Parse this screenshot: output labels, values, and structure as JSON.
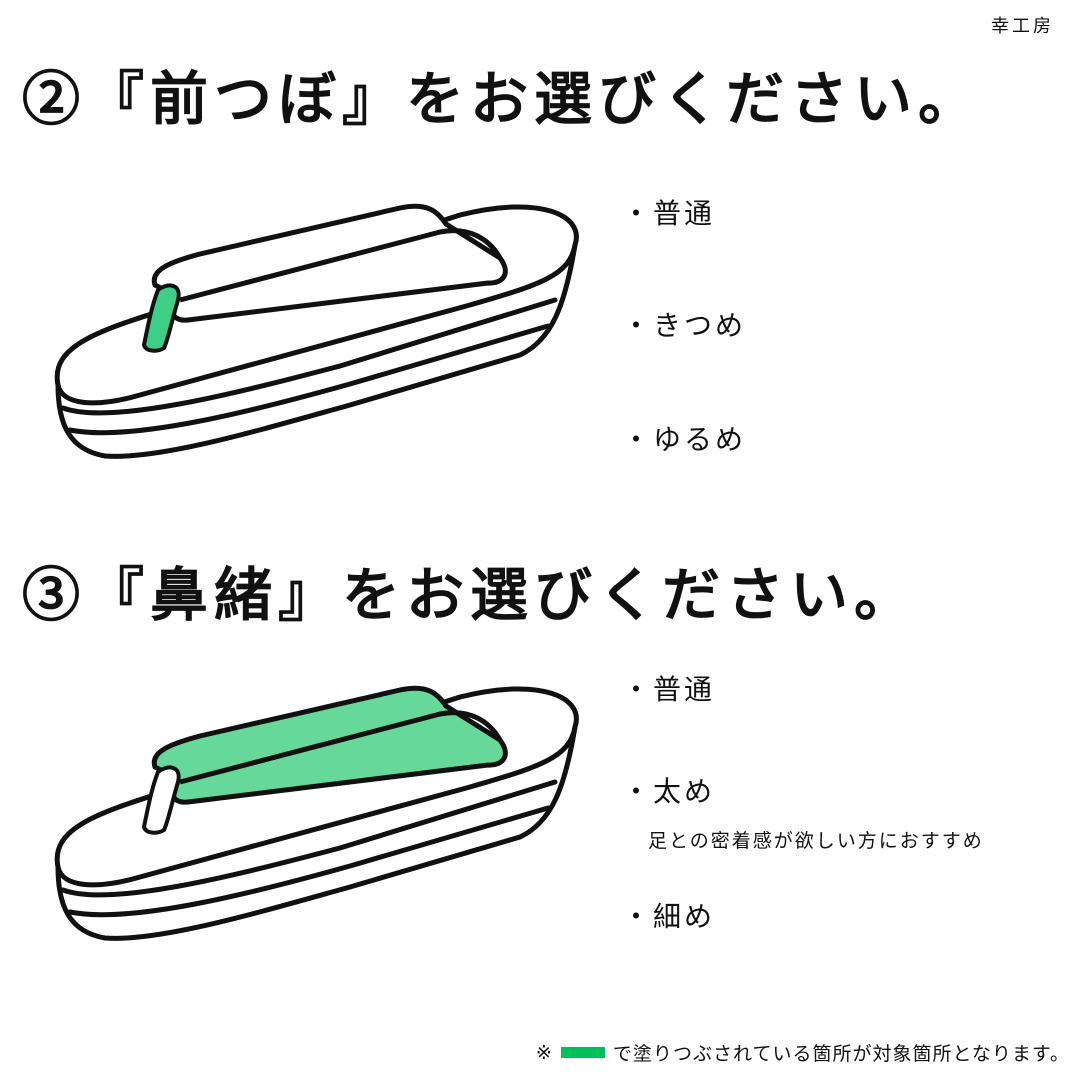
{
  "brand": "幸工房",
  "colors": {
    "green_fill": "#3ecf86",
    "green_light": "#66d89a",
    "legend_green": "#00c05a"
  },
  "section2": {
    "title": "②『前つぼ』をお選びください。",
    "options": [
      "・普通",
      "・きつめ",
      "・ゆるめ"
    ]
  },
  "section3": {
    "title": "③『鼻緒』をお選びください。",
    "options": [
      "・普通",
      "・太め",
      "・細め"
    ],
    "option_note": "足との密着感が欲しい方におすすめ"
  },
  "footer": {
    "mark": "※",
    "text": "で塗りつぶされている箇所が対象箇所となります。"
  }
}
